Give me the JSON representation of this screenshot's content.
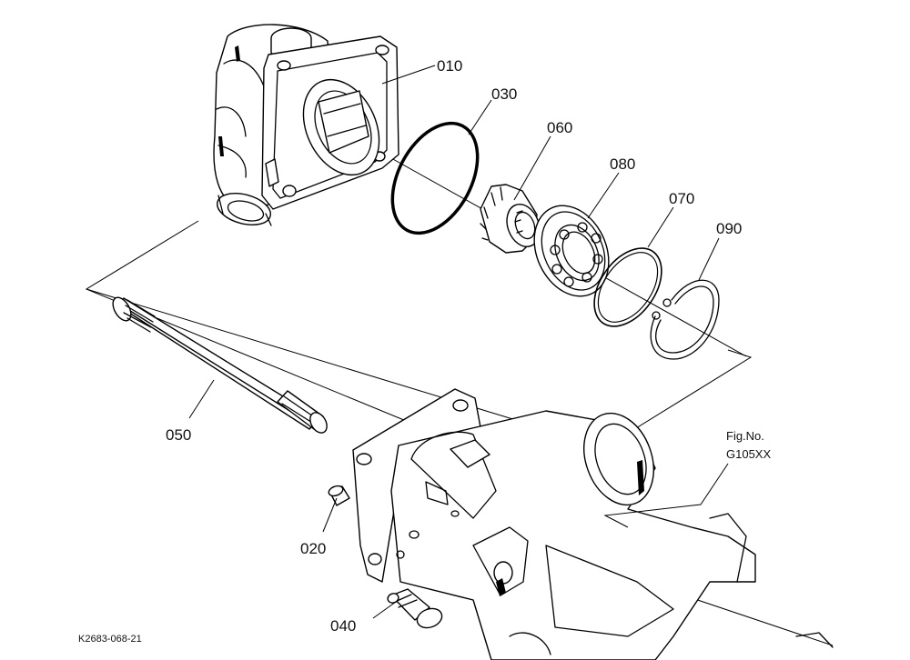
{
  "figure": {
    "fig_no_label": "Fig.No.",
    "fig_no_value": "G105XX",
    "drawing_ref": "K2683-068-21"
  },
  "parts": [
    {
      "id": "010",
      "label": "010"
    },
    {
      "id": "030",
      "label": "030"
    },
    {
      "id": "060",
      "label": "060"
    },
    {
      "id": "080",
      "label": "080"
    },
    {
      "id": "070",
      "label": "070"
    },
    {
      "id": "090",
      "label": "090"
    },
    {
      "id": "050",
      "label": "050"
    },
    {
      "id": "020",
      "label": "020"
    },
    {
      "id": "040",
      "label": "040"
    }
  ],
  "colors": {
    "line": "#000000",
    "background": "#ffffff"
  }
}
